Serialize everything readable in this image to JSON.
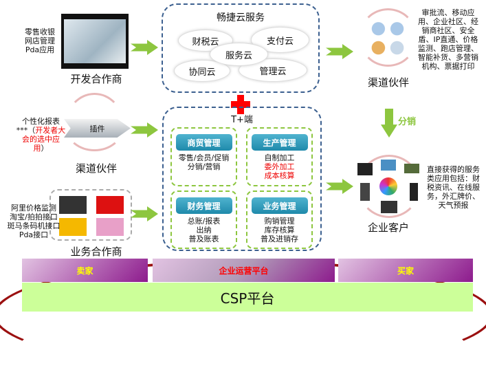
{
  "dev_partner": {
    "features": [
      "零售收银",
      "网店管理",
      "Pda应用"
    ],
    "label": "开发合作商"
  },
  "channel_partner_left": {
    "features_line1": "个性化报表",
    "features_prefix": "***（",
    "features_red": "开发者大会的选中应用",
    "features_suffix": "）",
    "plugin": "插件",
    "label": "渠道伙伴"
  },
  "biz_partner": {
    "features": [
      "阿里价格监测",
      "淘宝/拍拍接口",
      "斑马条码机接口",
      "Pda接口"
    ],
    "label": "业务合作商"
  },
  "cloud_services": {
    "title": "畅捷云服务",
    "clouds": [
      "财税云",
      "支付云",
      "服务云",
      "协同云",
      "管理云"
    ]
  },
  "tplus": {
    "title": "T+端",
    "modules": [
      {
        "name": "商贸管理",
        "lines": [
          "零售/会员/促销",
          "分销/营销"
        ],
        "red_lines": []
      },
      {
        "name": "生产管理",
        "lines": [
          "自制加工"
        ],
        "red_lines": [
          "委外加工",
          "成本核算"
        ]
      },
      {
        "name": "财务管理",
        "lines": [
          "总账/报表",
          "出纳",
          "普及账表"
        ],
        "red_lines": []
      },
      {
        "name": "业务管理",
        "lines": [
          "购销管理",
          "库存核算",
          "普及进销存"
        ],
        "red_lines": []
      }
    ]
  },
  "channel_partner_right": {
    "desc": "审批流、移动应用、企业社区、经销商社区、安全盾、IP直通、价格监测、跑店管理、智能补货、多营销机构、票据打印",
    "label": "渠道伙伴"
  },
  "distribution": "分销",
  "enterprise": {
    "desc": "直接获得的服务类应用包括：财税资讯、在线服务，外汇牌价、天气预报",
    "label": "企业客户"
  },
  "platform": {
    "seller": "卖家",
    "ops": "企业运营平台",
    "buyer": "买家",
    "csp": "CSP平台"
  },
  "colors": {
    "green": "#8dc63f",
    "csp": "#ccff99",
    "purple": "#8d1b8d",
    "yellow": "#ffff00",
    "red": "#ff0000"
  }
}
